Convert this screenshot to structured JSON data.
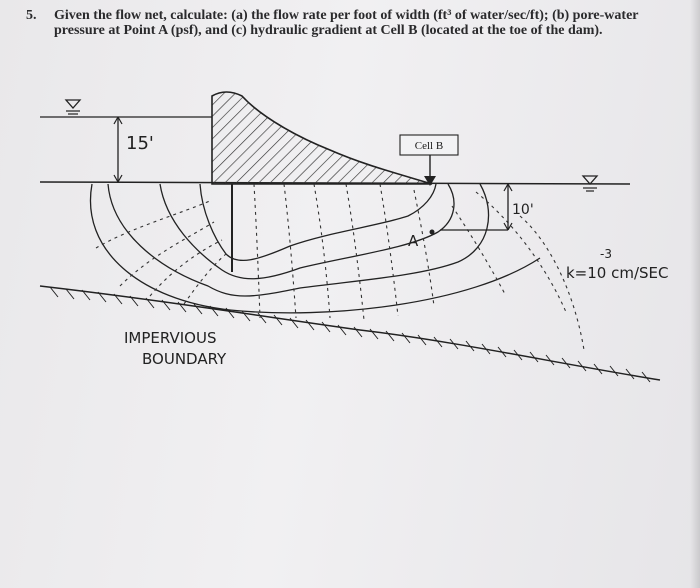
{
  "question": {
    "number": "5.",
    "text": "Given the flow net, calculate: (a) the flow rate per foot of width (ft³ of water/sec/ft); (b) pore-water pressure at Point A (psf), and (c) hydraulic gradient at Cell B (located at the toe of the dam)."
  },
  "figure": {
    "headwater_dim": "15'",
    "tailwater_dim": "10'",
    "cell_label": "Cell B",
    "point_label": "A",
    "permeability_exp": "-3",
    "permeability_text": "k=10 cm/SEC",
    "boundary_line1": "IMPERVIOUS",
    "boundary_line2": "BOUNDARY",
    "water_level_symbol": "water-surface-icon"
  }
}
